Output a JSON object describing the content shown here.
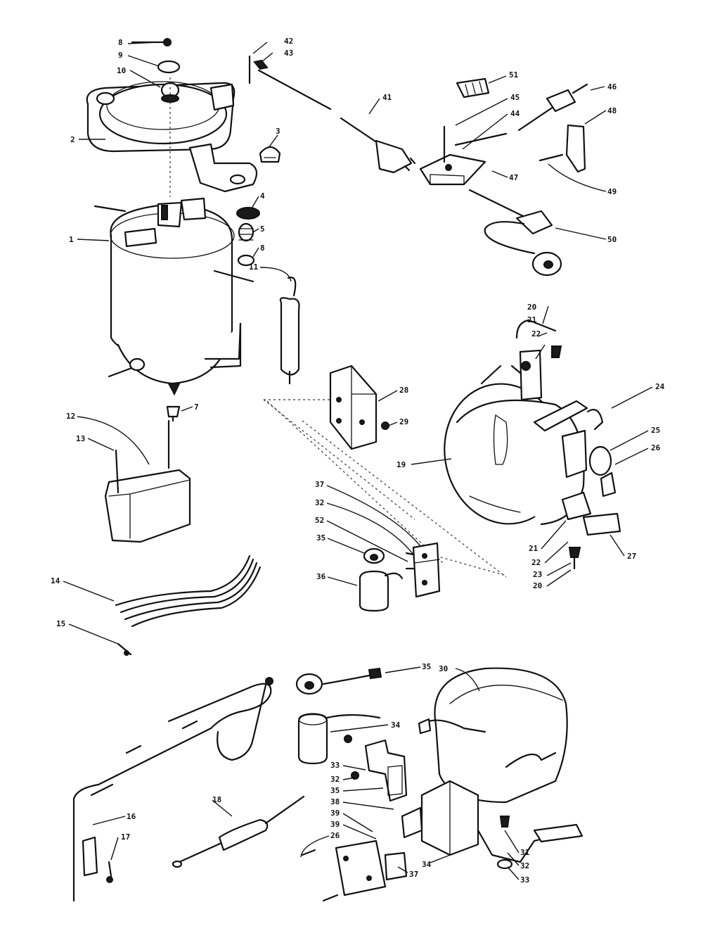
{
  "diagram": {
    "callouts": [
      {
        "key": "c8a",
        "label": "8"
      },
      {
        "key": "c9",
        "label": "9"
      },
      {
        "key": "c10",
        "label": "10"
      },
      {
        "key": "c2",
        "label": "2"
      },
      {
        "key": "c3",
        "label": "3"
      },
      {
        "key": "c1",
        "label": "1"
      },
      {
        "key": "c4",
        "label": "4"
      },
      {
        "key": "c5",
        "label": "5"
      },
      {
        "key": "c8b",
        "label": "8"
      },
      {
        "key": "c11",
        "label": "11"
      },
      {
        "key": "c7",
        "label": "7"
      },
      {
        "key": "c12",
        "label": "12"
      },
      {
        "key": "c13",
        "label": "13"
      },
      {
        "key": "c14",
        "label": "14"
      },
      {
        "key": "c15",
        "label": "15"
      },
      {
        "key": "c42",
        "label": "42"
      },
      {
        "key": "c43",
        "label": "43"
      },
      {
        "key": "c41",
        "label": "41"
      },
      {
        "key": "c51",
        "label": "51"
      },
      {
        "key": "c45",
        "label": "45"
      },
      {
        "key": "c44",
        "label": "44"
      },
      {
        "key": "c46",
        "label": "46"
      },
      {
        "key": "c48",
        "label": "48"
      },
      {
        "key": "c47",
        "label": "47"
      },
      {
        "key": "c49",
        "label": "49"
      },
      {
        "key": "c50",
        "label": "50"
      },
      {
        "key": "c20a",
        "label": "20"
      },
      {
        "key": "c21a",
        "label": "21"
      },
      {
        "key": "c22a",
        "label": "22"
      },
      {
        "key": "c24",
        "label": "24"
      },
      {
        "key": "c25",
        "label": "25"
      },
      {
        "key": "c26",
        "label": "26"
      },
      {
        "key": "c19",
        "label": "19"
      },
      {
        "key": "c28",
        "label": "28"
      },
      {
        "key": "c29",
        "label": "29"
      },
      {
        "key": "c21b",
        "label": "21"
      },
      {
        "key": "c22b",
        "label": "22"
      },
      {
        "key": "c23",
        "label": "23"
      },
      {
        "key": "c20b",
        "label": "20"
      },
      {
        "key": "c27",
        "label": "27"
      },
      {
        "key": "c37a",
        "label": "37"
      },
      {
        "key": "c32a",
        "label": "32"
      },
      {
        "key": "c52",
        "label": "52"
      },
      {
        "key": "c35a",
        "label": "35"
      },
      {
        "key": "c36",
        "label": "36"
      },
      {
        "key": "c35b",
        "label": "35"
      },
      {
        "key": "c30",
        "label": "30"
      },
      {
        "key": "c34a",
        "label": "34"
      },
      {
        "key": "c33a",
        "label": "33"
      },
      {
        "key": "c32b",
        "label": "32"
      },
      {
        "key": "c35c",
        "label": "35"
      },
      {
        "key": "c38",
        "label": "38"
      },
      {
        "key": "c39a",
        "label": "39"
      },
      {
        "key": "c39b",
        "label": "39"
      },
      {
        "key": "c26b",
        "label": "26"
      },
      {
        "key": "c18",
        "label": "18"
      },
      {
        "key": "c16",
        "label": "16"
      },
      {
        "key": "c17",
        "label": "17"
      },
      {
        "key": "c34b",
        "label": "34"
      },
      {
        "key": "c37b",
        "label": "37"
      },
      {
        "key": "c31",
        "label": "31"
      },
      {
        "key": "c32c",
        "label": "32"
      },
      {
        "key": "c33b",
        "label": "33"
      }
    ]
  }
}
